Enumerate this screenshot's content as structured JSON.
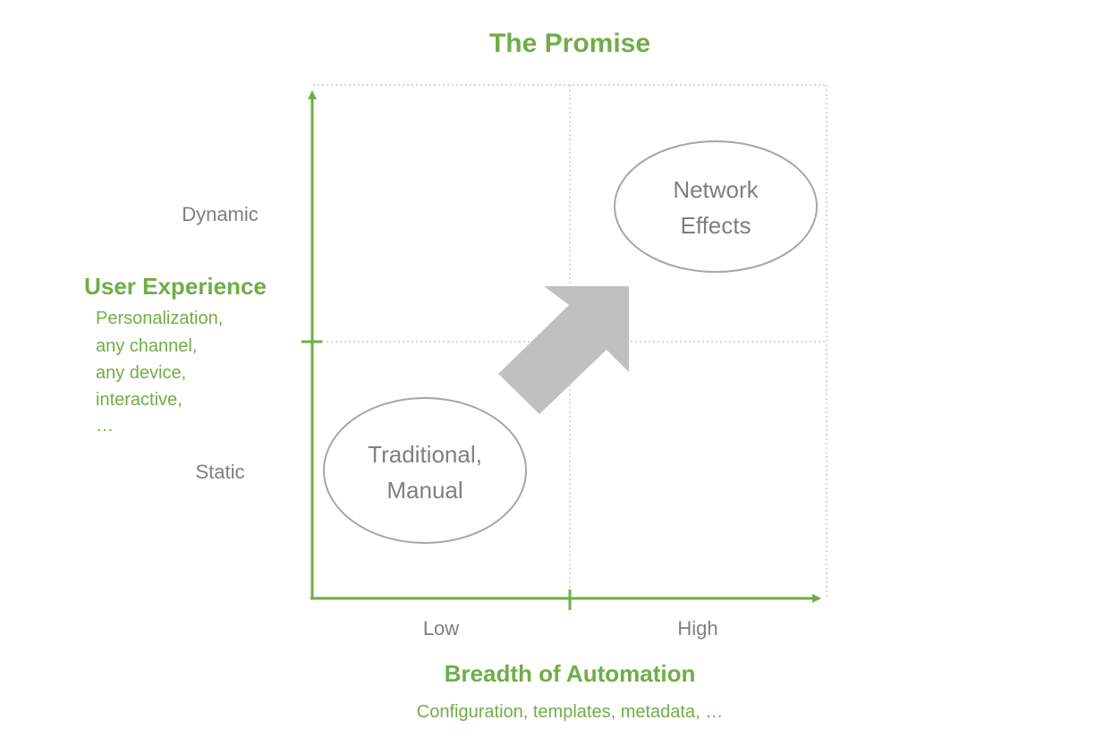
{
  "title": "The Promise",
  "colors": {
    "green": "#70ad47",
    "gray_text": "#7f7f7f",
    "grid": "#bfbfbf",
    "arrow_fill": "#c0c0c0",
    "ellipse_stroke": "#a6a6a6"
  },
  "y_axis": {
    "title": "User Experience",
    "subtitle_lines": [
      "Personalization,",
      "any channel,",
      "any device,",
      "interactive,",
      "…"
    ],
    "levels": [
      "Dynamic",
      "Static"
    ]
  },
  "x_axis": {
    "title": "Breadth of Automation",
    "subtitle": "Configuration, templates, metadata, …",
    "levels": [
      "Low",
      "High"
    ]
  },
  "nodes": {
    "traditional": {
      "lines": [
        "Traditional,",
        "Manual"
      ]
    },
    "network": {
      "lines": [
        "Network",
        "Effects"
      ]
    }
  },
  "transition_icon": "diagonal-up-right-arrow"
}
